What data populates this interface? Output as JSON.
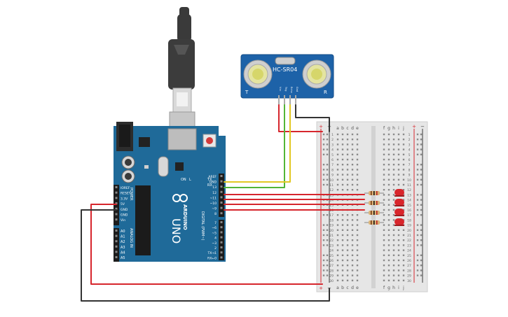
{
  "sensor": {
    "model": "HC-SR04",
    "pins": [
      "Vcc",
      "Trig",
      "Echo",
      "Gnd"
    ],
    "left_mark": "T",
    "right_mark": "R"
  },
  "arduino": {
    "brand": "ARDUINO",
    "model": "UNO",
    "power_header": [
      "IOREF",
      "RESET",
      "3.3V",
      "5V",
      "GND",
      "GND",
      "Vin"
    ],
    "power_caption": "POWER",
    "analog_header": [
      "A0",
      "A1",
      "A2",
      "A3",
      "A4",
      "A5"
    ],
    "analog_caption": "ANALOG IN",
    "digital_top": [
      "AREF",
      "GND",
      "13",
      "12",
      "~11",
      "~10",
      "~9",
      "8"
    ],
    "digital_bottom": [
      "7",
      "~6",
      "~5",
      "4",
      "~3",
      "2",
      "TX→1",
      "RX←0"
    ],
    "digital_caption": "DIGITAL (PWM~)",
    "on_label": "ON",
    "led_l": "L",
    "tx_label": "TX",
    "rx_label": "RX"
  },
  "breadboard": {
    "col_labels_left": [
      "a",
      "b",
      "c",
      "d",
      "e"
    ],
    "col_labels_right": [
      "f",
      "g",
      "h",
      "i",
      "j"
    ],
    "row_count": 30,
    "rail_plus": "+",
    "rail_minus": "−"
  },
  "colors": {
    "arduino_board": "#1f6a99",
    "breadboard": "#e6e6e6",
    "wire_red": "#d6262d",
    "wire_black": "#333333",
    "wire_yellow": "#e2c823",
    "wire_green": "#52b636",
    "led_red": "#d8262c",
    "sensor_board": "#1d62a8"
  }
}
